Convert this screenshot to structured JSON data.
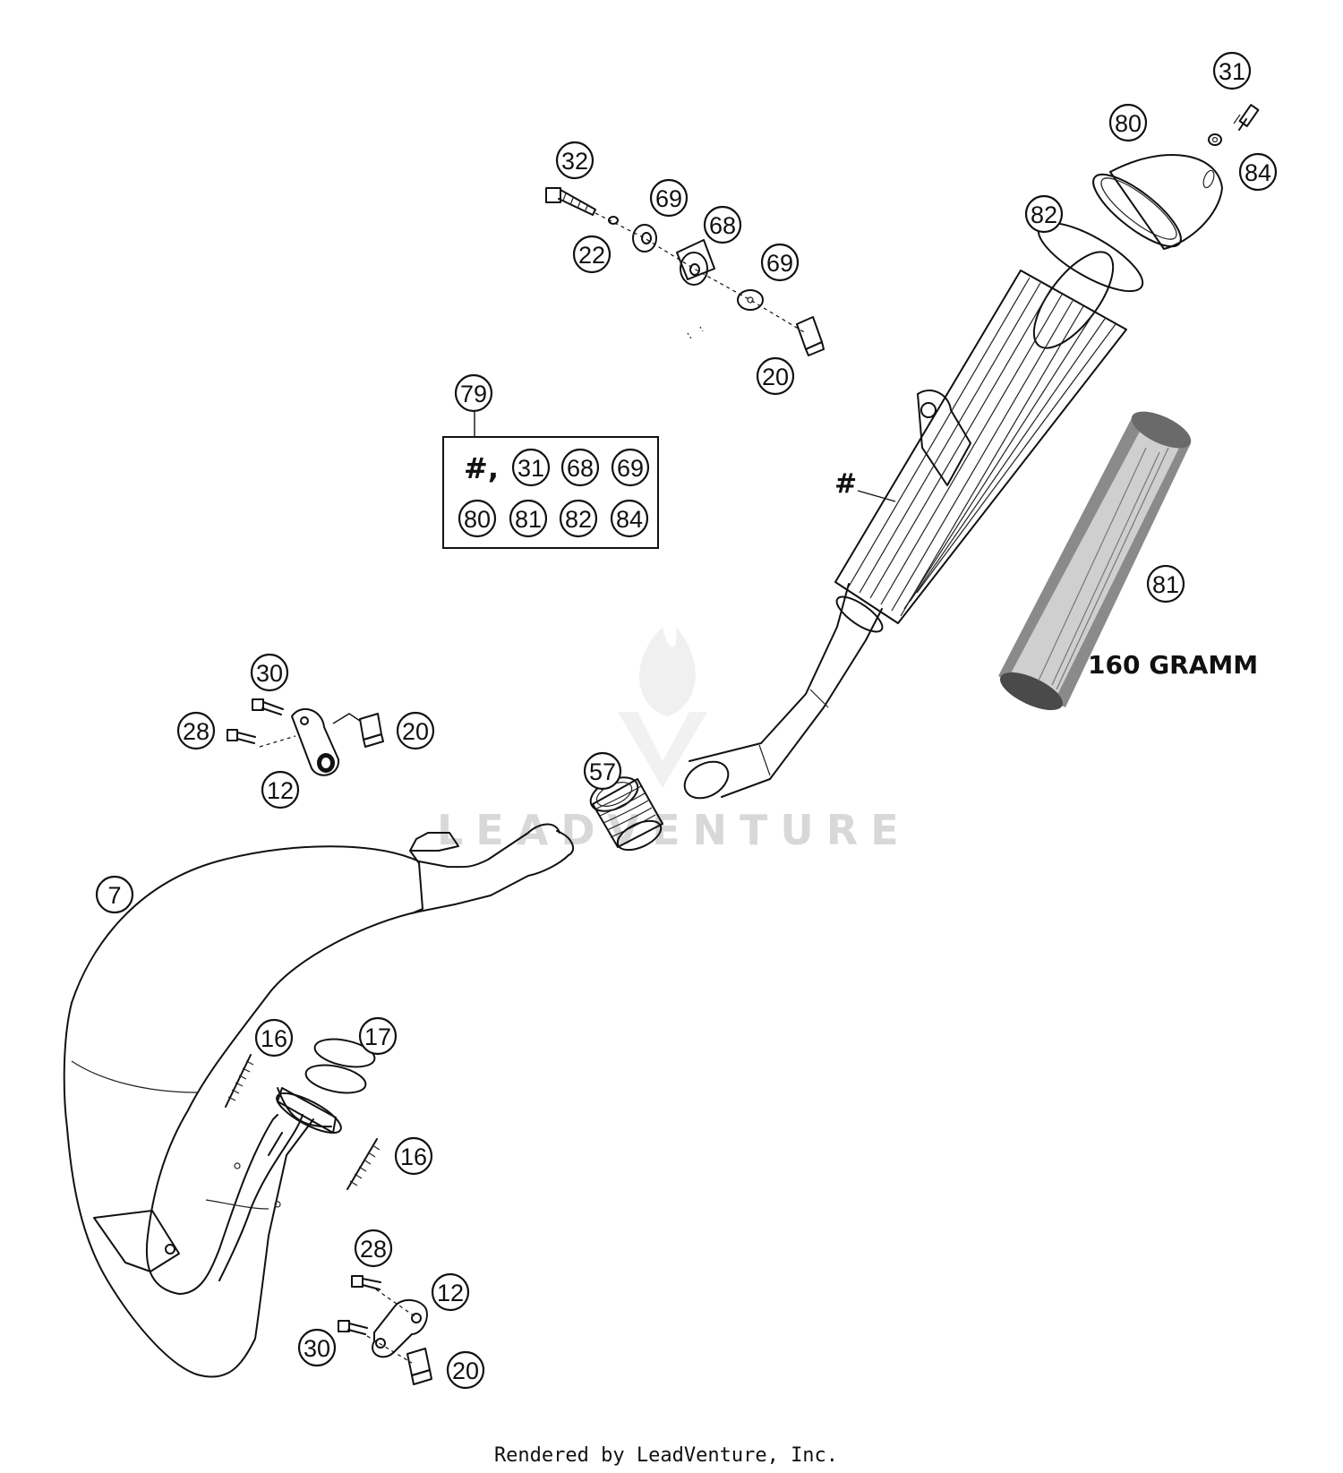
{
  "callouts": {
    "c31_top": "31",
    "c80_top": "80",
    "c84_top": "84",
    "c82_top": "82",
    "c32": "32",
    "c69_a": "69",
    "c68": "68",
    "c22": "22",
    "c69_b": "69",
    "c20_top": "20",
    "c79": "79",
    "c81": "81",
    "c30_mid": "30",
    "c28_mid": "28",
    "c20_mid": "20",
    "c12_mid": "12",
    "c57": "57",
    "c7": "7",
    "c16_a": "16",
    "c17": "17",
    "c16_b": "16",
    "c28_bot": "28",
    "c12_bot": "12",
    "c30_bot": "30",
    "c20_bot": "20"
  },
  "kit_box": {
    "hash_prefix": "#,",
    "row1": [
      "31",
      "68",
      "69"
    ],
    "row2": [
      "80",
      "81",
      "82",
      "84"
    ]
  },
  "hash_label": "#",
  "packing_note": "160 GRAMM",
  "watermark": "LEADVENTURE",
  "footer": "Rendered by LeadVenture, Inc."
}
